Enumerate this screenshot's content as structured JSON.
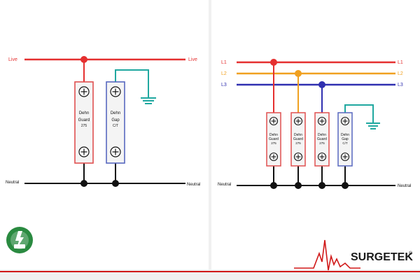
{
  "colors": {
    "live": "#e53030",
    "l2": "#f0a020",
    "l3": "#3030b0",
    "earth": "#20a8a0",
    "neutral": "#111111",
    "guard_border": "#e05050",
    "gap_border": "#5868c0",
    "brand_red": "#d01818",
    "brand_text": "#1a1a1a",
    "logo_green": "#2a8a40"
  },
  "single_phase": {
    "live_label_left": "Live",
    "live_label_right": "Live",
    "neutral_label_left": "Neutral",
    "neutral_label_right": "Neutral",
    "guard": {
      "line1": "Dehn",
      "line2": "Guard",
      "line3": "275"
    },
    "gap": {
      "line1": "Dehn",
      "line2": "Gap",
      "line3": "C/T"
    }
  },
  "three_phase": {
    "phases": [
      {
        "left": "L1",
        "right": "L1"
      },
      {
        "left": "L2",
        "right": "L2"
      },
      {
        "left": "L3",
        "right": "L3"
      }
    ],
    "neutral_label_left": "Neutral",
    "neutral_label_right": "Neutral",
    "guards": [
      {
        "line1": "Dehn",
        "line2": "Guard",
        "line3": "275"
      },
      {
        "line1": "Dehn",
        "line2": "Guard",
        "line3": "275"
      },
      {
        "line1": "Dehn",
        "line2": "Guard",
        "line3": "275"
      }
    ],
    "gap": {
      "line1": "Dehn",
      "line2": "Gap",
      "line3": "C/T"
    }
  },
  "brand": {
    "name": "SURGETEK",
    "mark": "®"
  },
  "icons": [
    "ground-icon",
    "terminal-screw-icon",
    "lightning-plug-logo-icon"
  ]
}
